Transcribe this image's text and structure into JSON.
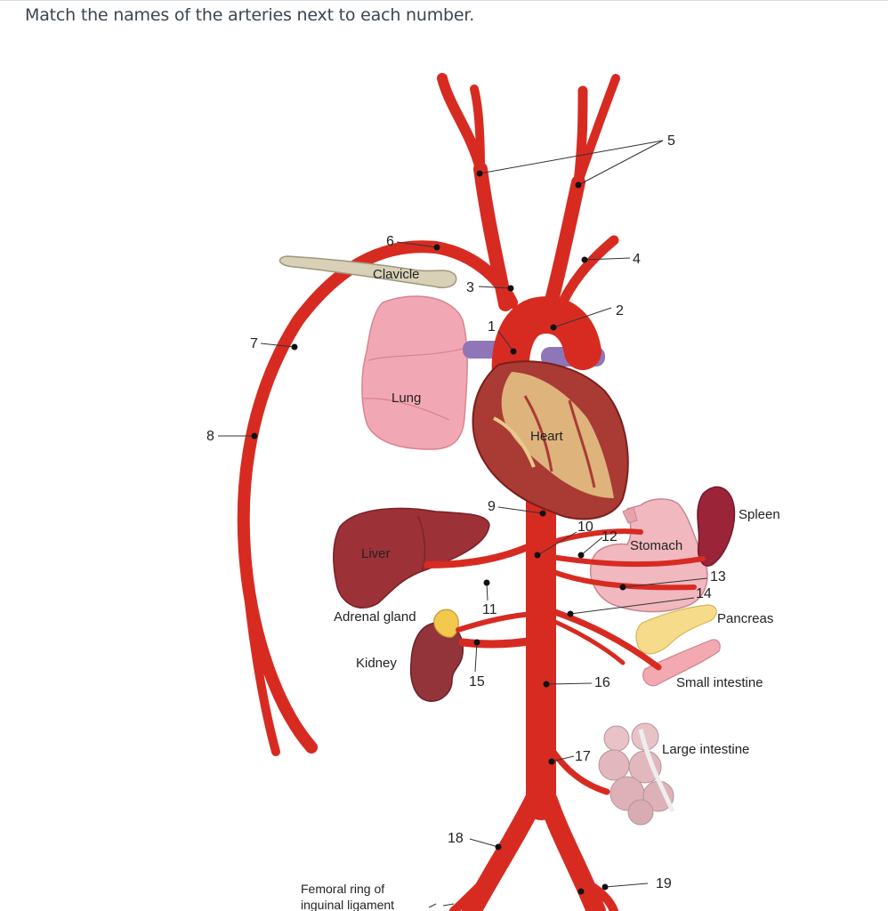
{
  "question": "Match the names of the arteries next to each number.",
  "organs": {
    "clavicle": "Clavicle",
    "lung": "Lung",
    "heart": "Heart",
    "liver": "Liver",
    "adrenal": "Adrenal gland",
    "kidney": "Kidney",
    "stomach": "Stomach",
    "spleen": "Spleen",
    "pancreas": "Pancreas",
    "small_intestine": "Small intestine",
    "large_intestine": "Large intestine",
    "femoral_ring_1": "Femoral ring of",
    "femoral_ring_2": "inguinal ligament"
  },
  "numbers": {
    "n1": "1",
    "n2": "2",
    "n3": "3",
    "n4": "4",
    "n5": "5",
    "n6": "6",
    "n7": "7",
    "n8": "8",
    "n9": "9",
    "n10": "10",
    "n11": "11",
    "n12": "12",
    "n13": "13",
    "n14": "14",
    "n15": "15",
    "n16": "16",
    "n17": "17",
    "n18": "18",
    "n19": "19"
  },
  "colors": {
    "artery": "#d72b22",
    "vein": "#8f76b8",
    "lung": "#f2a7b4",
    "liver": "#9c3138",
    "heart": "#a93a34",
    "fat": "#e8c98a"
  }
}
